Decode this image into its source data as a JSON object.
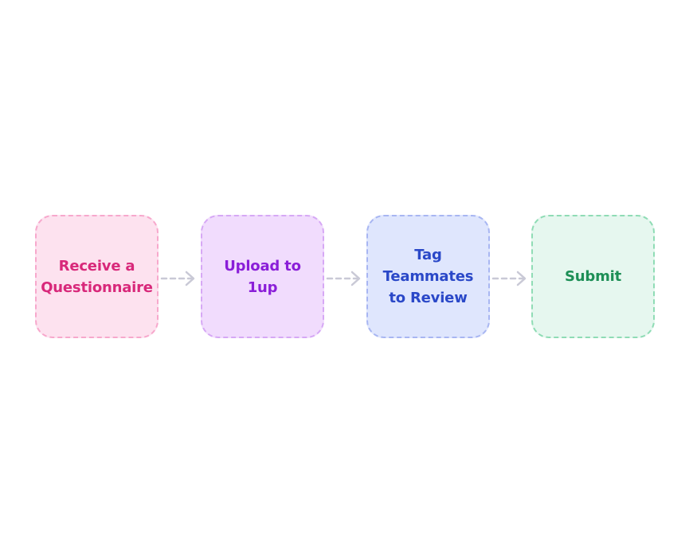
{
  "steps": [
    {
      "label": "Receive a Questionnaire",
      "bg": "#fde2ef",
      "border": "#f7a8cc",
      "text": "#d8287a"
    },
    {
      "label": "Upload to 1up",
      "bg": "#f1dcfd",
      "border": "#d6a8f5",
      "text": "#8a1ed8"
    },
    {
      "label": "Tag Teammates to Review",
      "bg": "#dfe6fd",
      "border": "#a8b6f2",
      "text": "#2a48c8"
    },
    {
      "label": "Submit",
      "bg": "#e6f7ef",
      "border": "#8fdcb5",
      "text": "#1d8f56"
    }
  ],
  "connector": {
    "color": "#c9c9d6",
    "icon": "dashed-arrow-right-icon"
  }
}
